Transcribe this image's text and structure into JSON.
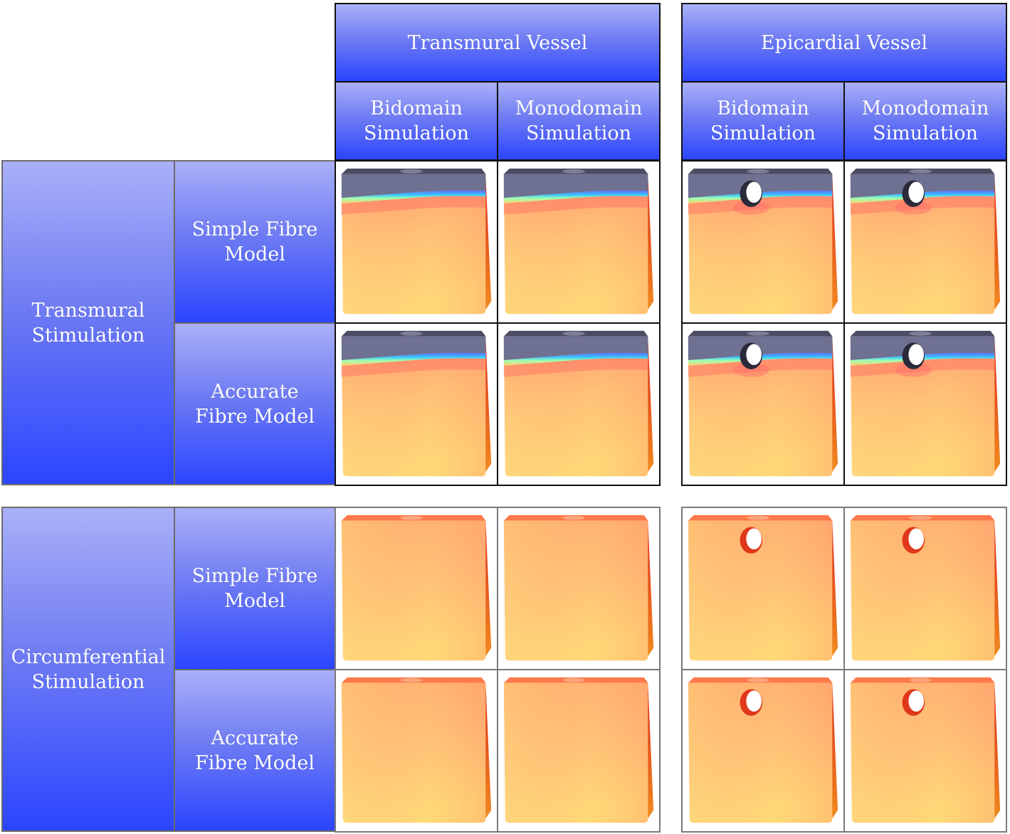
{
  "column_groups": [
    {
      "label": "Transmural Vessel"
    },
    {
      "label": "Epicardial Vessel"
    }
  ],
  "column_subheaders": [
    "Bidomain\nSimulation",
    "Monodomain\nSimulation",
    "Bidomain\nSimulation",
    "Monodomain\nSimulation"
  ],
  "row_groups": [
    {
      "label": "Transmural\nStimulation"
    },
    {
      "label": "Circumferential\nStimulation"
    }
  ],
  "row_subheaders": [
    "Simple Fibre\nModel",
    "Accurate\nFibre Model",
    "Simple Fibre\nModel",
    "Accurate\nFibre Model"
  ],
  "colors": {
    "header_top": "#aab0f8",
    "header_bottom": "#2b45ff",
    "inactive_tissue": "#6e7191",
    "activated_tissue_warm": "#ff7a55",
    "activated_tissue_light": "#ffe27a",
    "side_face": "#e0381a"
  },
  "panels": [
    {
      "row": 0,
      "col": 0,
      "vessel": "transmural",
      "stimulation": "transmural"
    },
    {
      "row": 0,
      "col": 1,
      "vessel": "transmural",
      "stimulation": "transmural"
    },
    {
      "row": 0,
      "col": 2,
      "vessel": "epicardial",
      "stimulation": "transmural"
    },
    {
      "row": 0,
      "col": 3,
      "vessel": "epicardial",
      "stimulation": "transmural"
    },
    {
      "row": 1,
      "col": 0,
      "vessel": "transmural",
      "stimulation": "transmural"
    },
    {
      "row": 1,
      "col": 1,
      "vessel": "transmural",
      "stimulation": "transmural"
    },
    {
      "row": 1,
      "col": 2,
      "vessel": "epicardial",
      "stimulation": "transmural"
    },
    {
      "row": 1,
      "col": 3,
      "vessel": "epicardial",
      "stimulation": "transmural"
    },
    {
      "row": 2,
      "col": 0,
      "vessel": "transmural",
      "stimulation": "circumferential"
    },
    {
      "row": 2,
      "col": 1,
      "vessel": "transmural",
      "stimulation": "circumferential"
    },
    {
      "row": 2,
      "col": 2,
      "vessel": "epicardial",
      "stimulation": "circumferential"
    },
    {
      "row": 2,
      "col": 3,
      "vessel": "epicardial",
      "stimulation": "circumferential"
    },
    {
      "row": 3,
      "col": 0,
      "vessel": "transmural",
      "stimulation": "circumferential"
    },
    {
      "row": 3,
      "col": 1,
      "vessel": "transmural",
      "stimulation": "circumferential"
    },
    {
      "row": 3,
      "col": 2,
      "vessel": "epicardial",
      "stimulation": "circumferential"
    },
    {
      "row": 3,
      "col": 3,
      "vessel": "epicardial",
      "stimulation": "circumferential"
    }
  ]
}
